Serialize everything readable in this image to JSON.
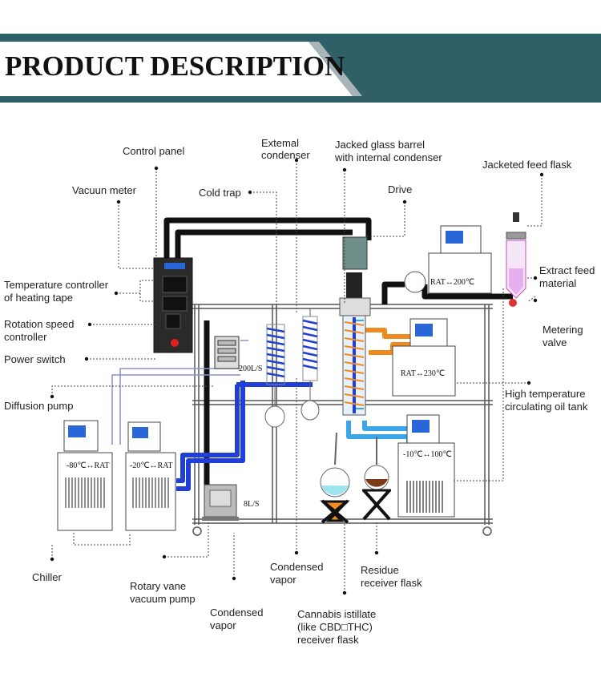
{
  "header": {
    "title": "PRODUCT DESCRIPTION"
  },
  "colors": {
    "banner": "#2f6068",
    "banner_accent": "#a8b4b7",
    "black_pipe": "#111111",
    "blue_pipe": "#1f3fd6",
    "orange_pipe": "#f08a1e",
    "light_blue_pipe": "#3aa6e8"
  },
  "labels": {
    "control_panel": "Control panel",
    "external_condenser": [
      "Extemal",
      "condenser"
    ],
    "jacked_barrel": [
      "Jacked glass barrel",
      "with internal condenser"
    ],
    "jacketed_feed_flask": "Jacketed feed flask",
    "vacuum_meter": "Vacuun meter",
    "cold_trap": "Cold trap",
    "drive": "Drive",
    "temp_controller": [
      "Temperature controller",
      "of heating tape"
    ],
    "extract_feed": [
      "Extract feed",
      "material"
    ],
    "rotation_speed": [
      "Rotation speed",
      "controller"
    ],
    "metering_valve": [
      "Metering",
      "valve"
    ],
    "power_switch": "Power switch",
    "high_temp_tank": [
      "High temperature",
      "circulating oil tank"
    ],
    "diffusion_pump": "Diffusion pump",
    "chiller": "Chiller",
    "rotary_vane": [
      "Rotary vane",
      "vacuum pump"
    ],
    "condensed_vapor_1": [
      "Condensed",
      "vapor"
    ],
    "condensed_vapor_2": [
      "Condensed",
      "vapor"
    ],
    "residue_flask": [
      "Residue",
      "receiver flask"
    ],
    "cannabis_flask": [
      "Cannabis istillate",
      "(like CBD□THC)",
      "receiver flask"
    ]
  },
  "equipment": {
    "heater_top": "RAT↔200℃",
    "heater_mid": "RAT↔230℃",
    "heater_low": "-10℃↔100℃",
    "chiller_1": "-80℃↔RAT",
    "chiller_2": "-20℃↔RAT",
    "diffusion_pump_rate": "200L/S",
    "rotary_pump_rate": "8L/S"
  }
}
